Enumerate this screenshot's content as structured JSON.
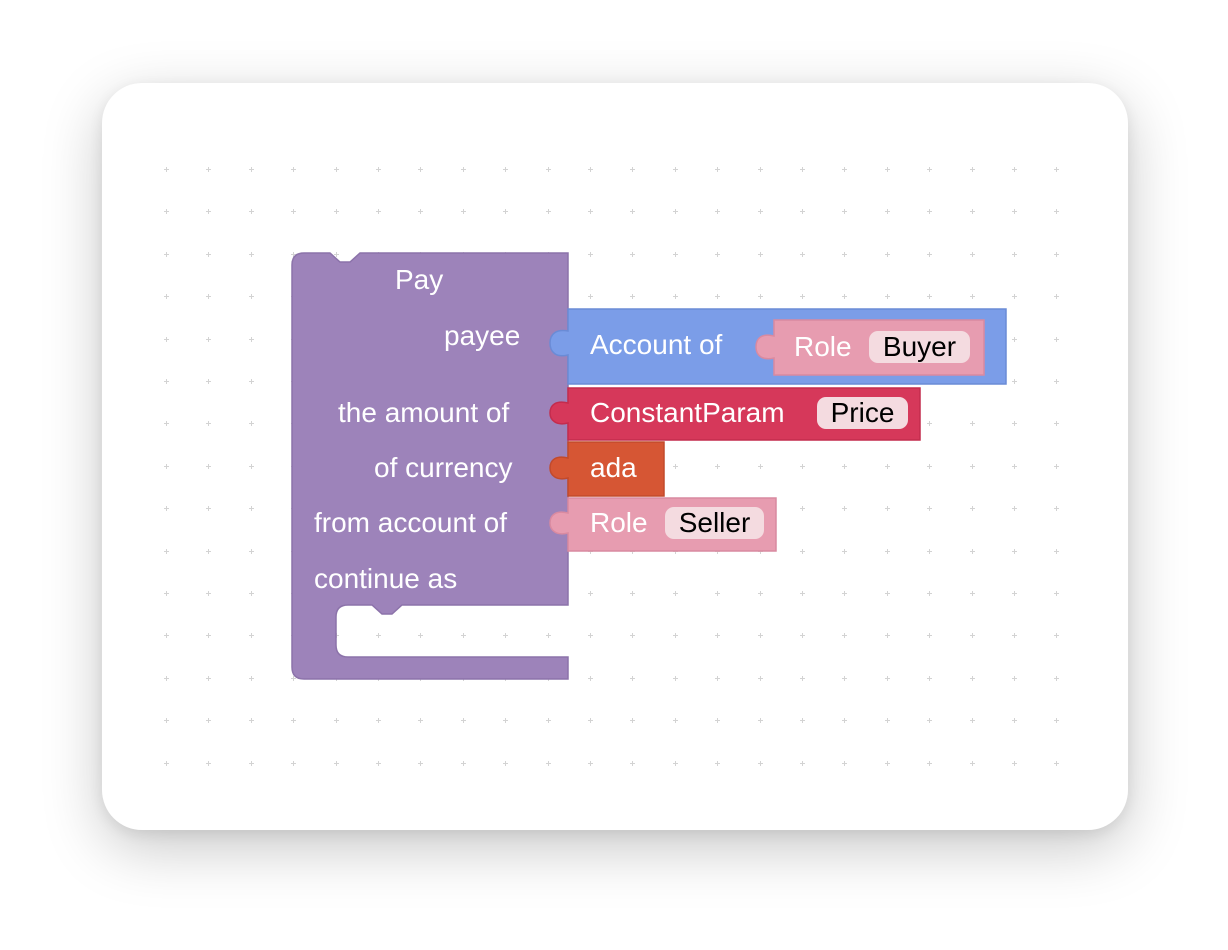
{
  "pay_block": {
    "title": "Pay",
    "inputs": {
      "payee": "payee",
      "amount": "the amount of",
      "currency": "of currency",
      "from_account": "from account of",
      "continue": "continue as"
    },
    "color": "#9d83ba"
  },
  "account_block": {
    "label": "Account of",
    "color": "#7b9de8",
    "role": {
      "label": "Role",
      "value": "Buyer",
      "color": "#e79cb0"
    }
  },
  "constant_param_block": {
    "label": "ConstantParam",
    "value": "Price",
    "color": "#d6385a"
  },
  "currency_block": {
    "label": "ada",
    "color": "#d65634"
  },
  "from_role_block": {
    "label": "Role",
    "value": "Seller",
    "color": "#e79cb0"
  }
}
